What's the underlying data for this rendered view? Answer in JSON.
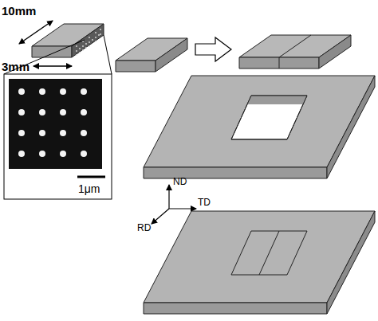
{
  "diagram": {
    "labels": [
      "10mm",
      "3mm",
      "1μm",
      "ND",
      "TD",
      "RD"
    ]
  }
}
